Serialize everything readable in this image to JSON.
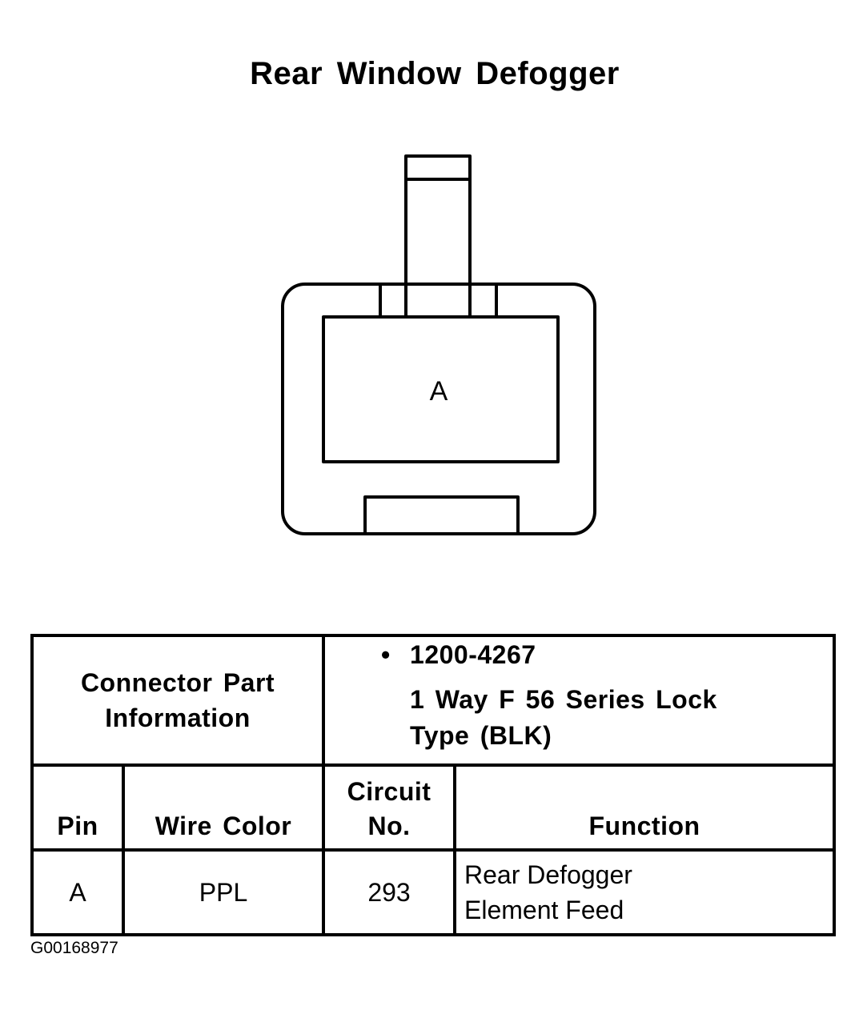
{
  "title": "Rear Window Defogger",
  "connector": {
    "pin_label": "A"
  },
  "table": {
    "part_info_header": {
      "line1": "Connector Part",
      "line2": "Information"
    },
    "part_info": {
      "bullet": "•",
      "part_number": "1200-4267",
      "description_line1": "1 Way F 56 Series Lock",
      "description_line2": "Type (BLK)"
    },
    "columns": {
      "pin": "Pin",
      "wire_color": "Wire Color",
      "circuit_line1": "Circuit",
      "circuit_line2": "No.",
      "function": "Function"
    },
    "rows": [
      {
        "pin": "A",
        "wire_color": "PPL",
        "circuit_no": "293",
        "function_line1": "Rear Defogger",
        "function_line2": "Element Feed"
      }
    ]
  },
  "figure_id": "G00168977"
}
